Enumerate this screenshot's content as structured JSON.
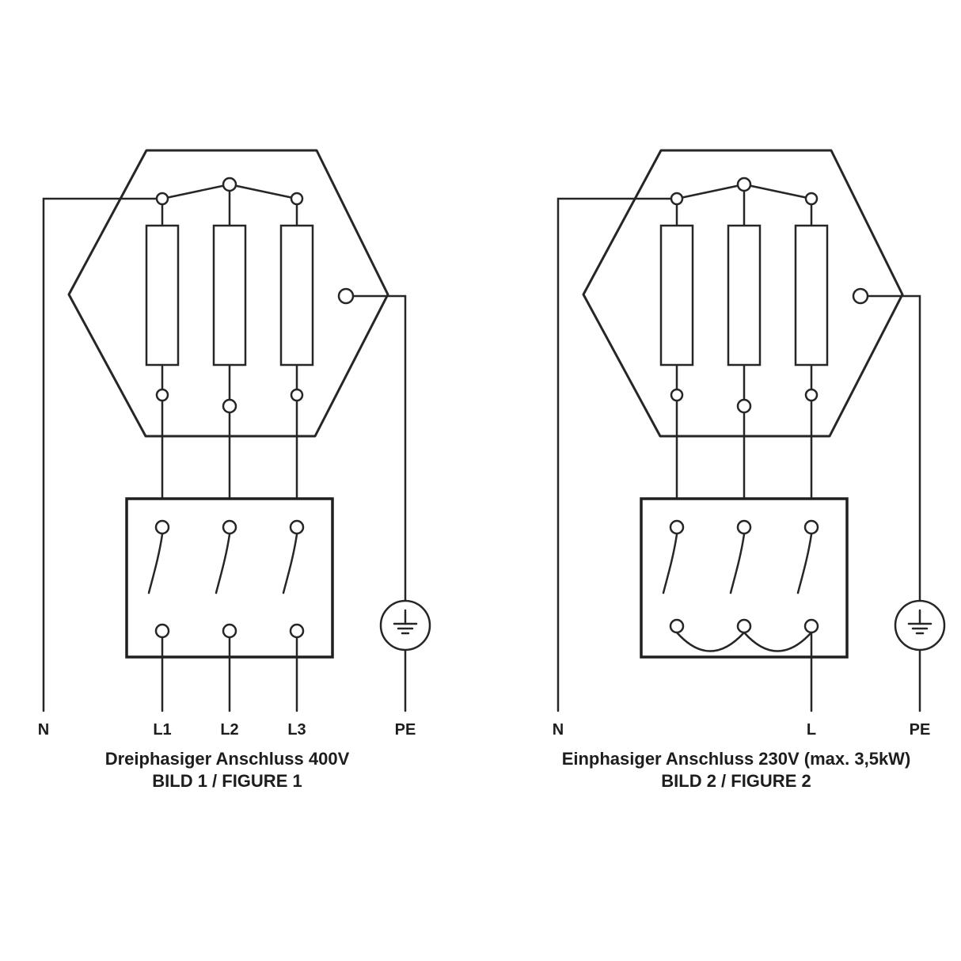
{
  "page": {
    "background": "#ffffff",
    "line_color": "#262626"
  },
  "figure1": {
    "labels": {
      "n": "N",
      "l1": "L1",
      "l2": "L2",
      "l3": "L3",
      "pe": "PE"
    },
    "caption": "Dreiphasiger Anschluss 400V",
    "subcaption": "BILD 1 / FIGURE 1"
  },
  "figure2": {
    "labels": {
      "n": "N",
      "l": "L",
      "pe": "PE"
    },
    "caption": "Einphasiger Anschluss 230V (max. 3,5kW)",
    "subcaption": "BILD 2 / FIGURE 2"
  }
}
